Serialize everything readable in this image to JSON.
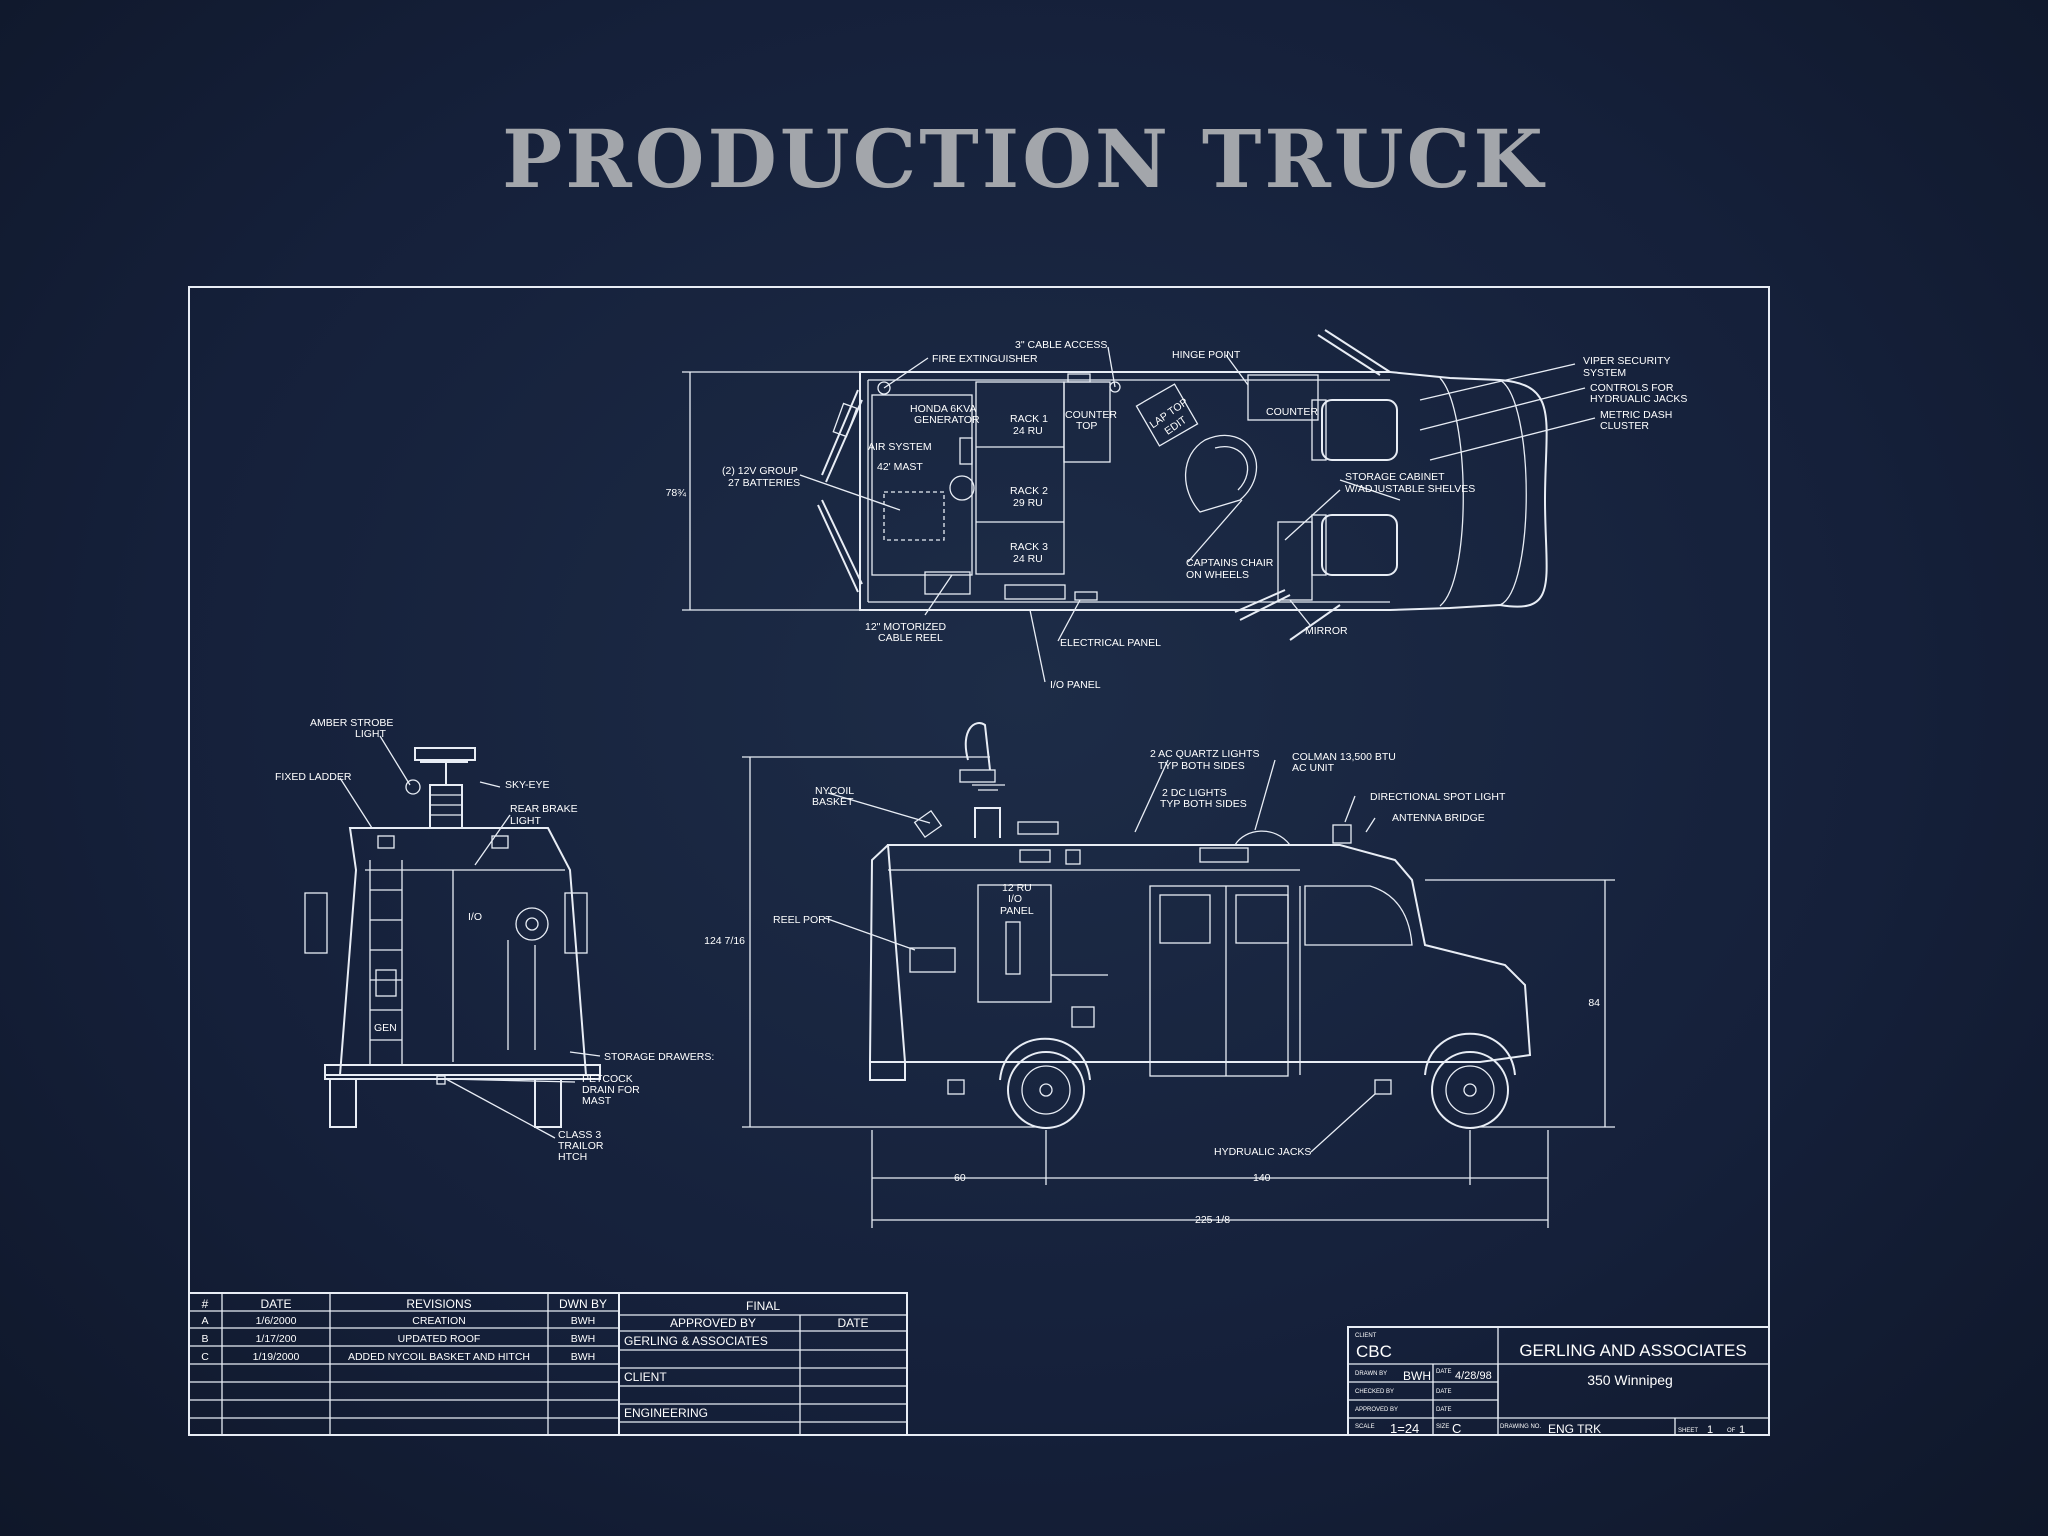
{
  "title": "PRODUCTION TRUCK",
  "colors": {
    "background": "#17233a",
    "title": "#a3a6ab",
    "lines": "#e8edf5"
  },
  "plan_labels": {
    "fire_extinguisher": "FIRE EXTINGUISHER",
    "cable_access": "3\" CABLE ACCESS",
    "hinge_point": "HINGE POINT",
    "viper_1": "VIPER SECURITY",
    "viper_2": "SYSTEM",
    "controls_1": "CONTROLS FOR",
    "controls_2": "HYDRUALIC JACKS",
    "metric_1": "METRIC DASH",
    "metric_2": "CLUSTER",
    "storage_1": "STORAGE CABINET",
    "storage_2": "W/ADJUSTABLE SHELVES",
    "captains_1": "CAPTAINS CHAIR",
    "captains_2": "ON WHEELS",
    "mirror": "MIRROR",
    "electrical_panel": "ELECTRICAL PANEL",
    "io_panel": "I/O PANEL",
    "cable_reel_1": "12\" MOTORIZED",
    "cable_reel_2": "CABLE REEL",
    "batteries_1": "(2) 12V GROUP",
    "batteries_2": "27 BATTERIES",
    "width_dim": "78¾",
    "air_system": "AIR SYSTEM",
    "mast": "42' MAST",
    "honda_1": "HONDA 6KVA",
    "honda_2": "GENERATOR",
    "rack1_1": "RACK 1",
    "rack1_2": "24 RU",
    "rack2_1": "RACK 2",
    "rack2_2": "29 RU",
    "rack3_1": "RACK 3",
    "rack3_2": "24 RU",
    "counter_top_1": "COUNTER",
    "counter_top_2": "TOP",
    "counter": "COUNTER",
    "laptop_1": "LAP TOP",
    "laptop_2": "EDIT"
  },
  "rear_labels": {
    "amber_1": "AMBER STROBE",
    "amber_2": "LIGHT",
    "fixed_ladder": "FIXED LADDER",
    "sky_eye": "SKY-EYE",
    "rear_brake_1": "REAR BRAKE",
    "rear_brake_2": "LIGHT",
    "io": "I/O",
    "gen": "GEN",
    "storage_drawers": "STORAGE DRAWERS:",
    "petcock_1": "PETCOCK",
    "petcock_2": "DRAIN FOR",
    "petcock_3": "MAST",
    "class3_1": "CLASS 3",
    "class3_2": "TRAILOR",
    "class3_3": "HTCH"
  },
  "side_labels": {
    "quartz_1": "2 AC QUARTZ LIGHTS",
    "quartz_2": "TYP BOTH SIDES",
    "dc_1": "2 DC  LIGHTS",
    "dc_2": "TYP BOTH SIDES",
    "colman_1": "COLMAN 13,500 BTU",
    "colman_2": "AC UNIT",
    "spot": "DIRECTIONAL SPOT LIGHT",
    "antenna": "ANTENNA BRIDGE",
    "nycoil_1": "NYCOIL",
    "nycoil_2": "BASKET",
    "reel_port": "REEL PORT",
    "ru_1": "12 RU",
    "ru_2": "I/O",
    "ru_3": "PANEL",
    "height_dim": "124 7/16",
    "dim_84": "84",
    "hydraulic": "HYDRUALIC JACKS",
    "dim_60": "60",
    "dim_140": "140",
    "dim_total": "225 1/8"
  },
  "revisions": {
    "headers": [
      "#",
      "DATE",
      "REVISIONS",
      "DWN BY"
    ],
    "rows": [
      [
        "A",
        "1/6/2000",
        "CREATION",
        "BWH"
      ],
      [
        "B",
        "1/17/200",
        "UPDATED ROOF",
        "BWH"
      ],
      [
        "C",
        "1/19/2000",
        "ADDED NYCOIL BASKET AND HITCH",
        "BWH"
      ]
    ]
  },
  "approval": {
    "final": "FINAL",
    "approved_by": "APPROVED BY",
    "date": "DATE",
    "rows": [
      "GERLING & ASSOCIATES",
      "CLIENT",
      "ENGINEERING"
    ]
  },
  "title_block": {
    "client_label": "CLIENT",
    "client": "CBC",
    "company": "GERLING AND ASSOCIATES",
    "address": "350 Winnipeg",
    "drawn_by_label": "DRAWN BY",
    "drawn_by": "BWH",
    "date_label": "DATE",
    "drawn_date": "4/28/98",
    "checked_by_label": "CHECKED BY",
    "approved_by_label": "APPROVED BY",
    "scale_label": "SCALE",
    "scale": "1=24",
    "size_label": "SIZE",
    "size": "C",
    "drawing_no_label": "DRAWING NO.",
    "drawing_no": "ENG TRK",
    "sheet_label": "SHEET",
    "sheet": "1",
    "of_label": "OF",
    "of": "1"
  }
}
